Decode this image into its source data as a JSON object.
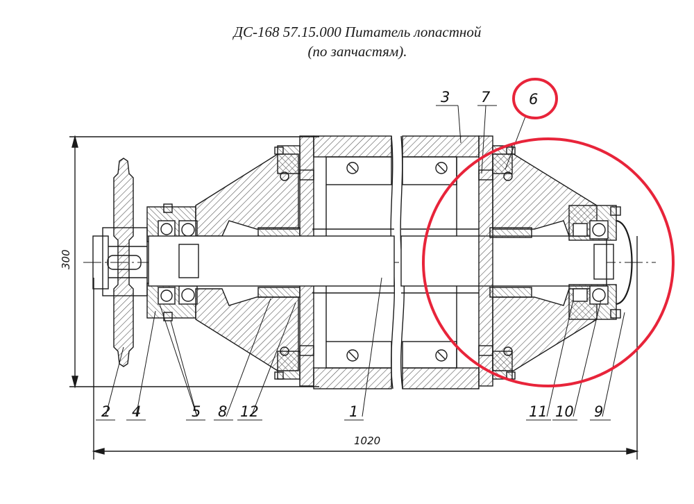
{
  "title": {
    "line1": "ДС-168 57.15.000 Питатель лопастной",
    "line2": "(по запчастям)."
  },
  "dimensions": {
    "height": "300",
    "length": "1020"
  },
  "callouts": {
    "c1": "1",
    "c2": "2",
    "c3": "3",
    "c4": "4",
    "c5": "5",
    "c6": "6",
    "c7": "7",
    "c8": "8",
    "c9": "9",
    "c10": "10",
    "c11": "11",
    "c12": "12"
  },
  "colors": {
    "drawing": "#1a1a1a",
    "hatch": "#555555",
    "highlight": "#e8243a"
  }
}
